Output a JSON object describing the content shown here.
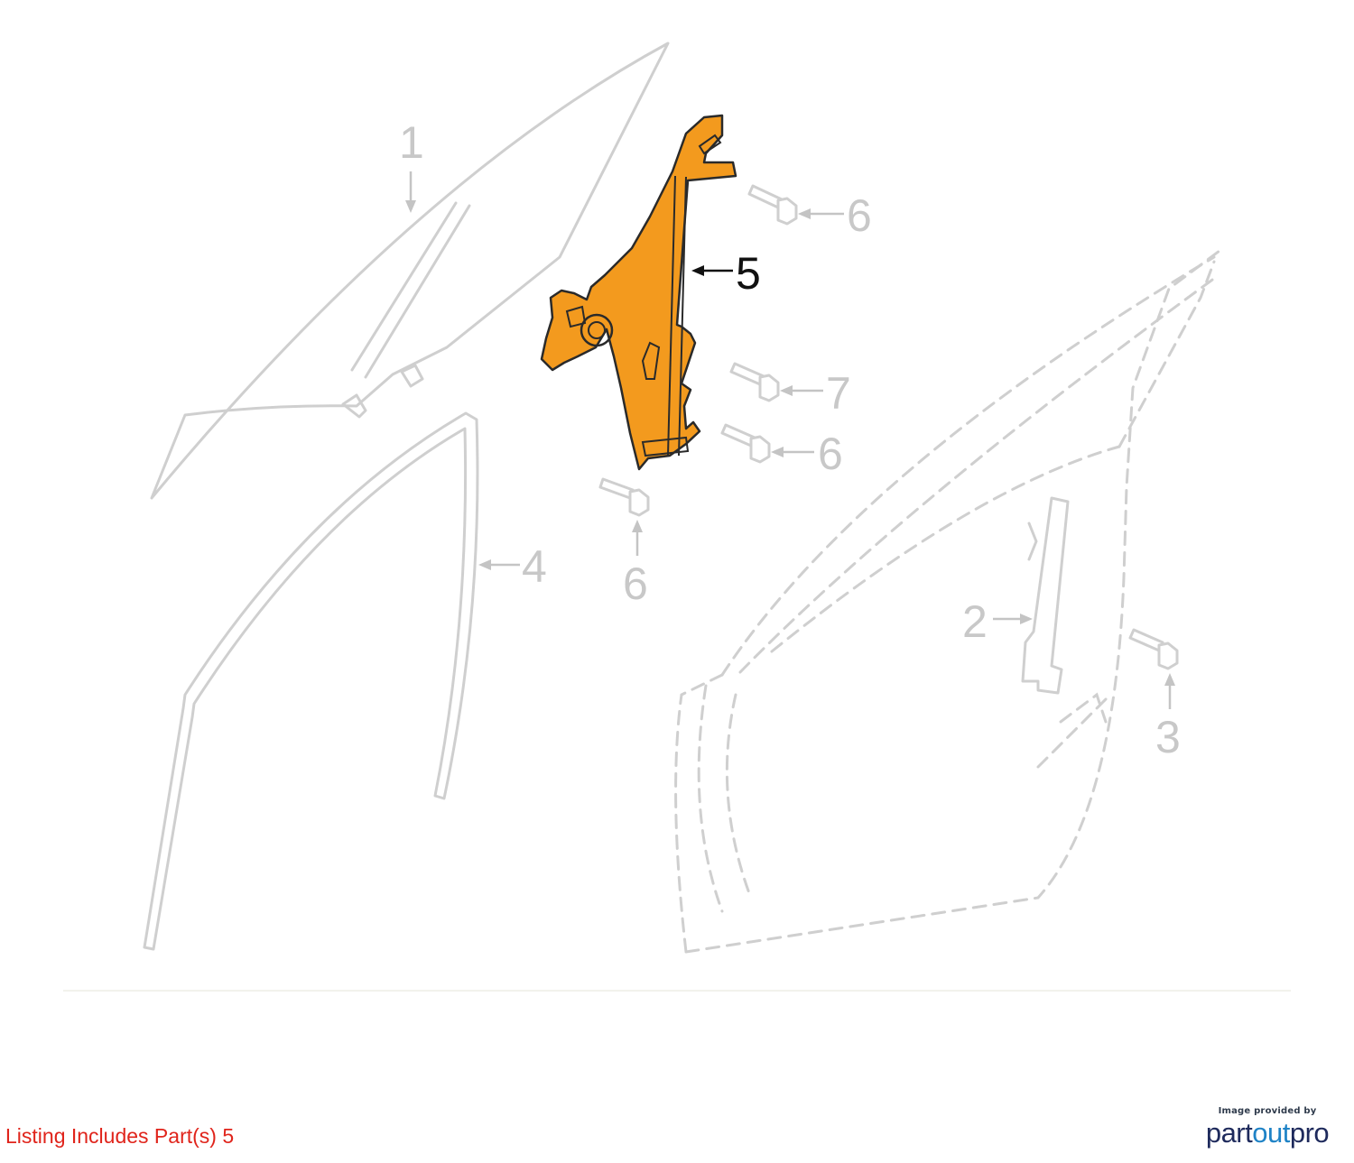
{
  "diagram": {
    "callouts": [
      "1",
      "2",
      "3",
      "4",
      "5",
      "6",
      "7"
    ],
    "highlighted_part": "5",
    "highlight_color": "#f39a1e",
    "outline_color": "#cfcfcf"
  },
  "footer": {
    "listing_note": "Listing Includes Part(s) 5",
    "brand_caption": "Image provided by",
    "brand_part": "part",
    "brand_out": "out",
    "brand_pro": "pro"
  }
}
